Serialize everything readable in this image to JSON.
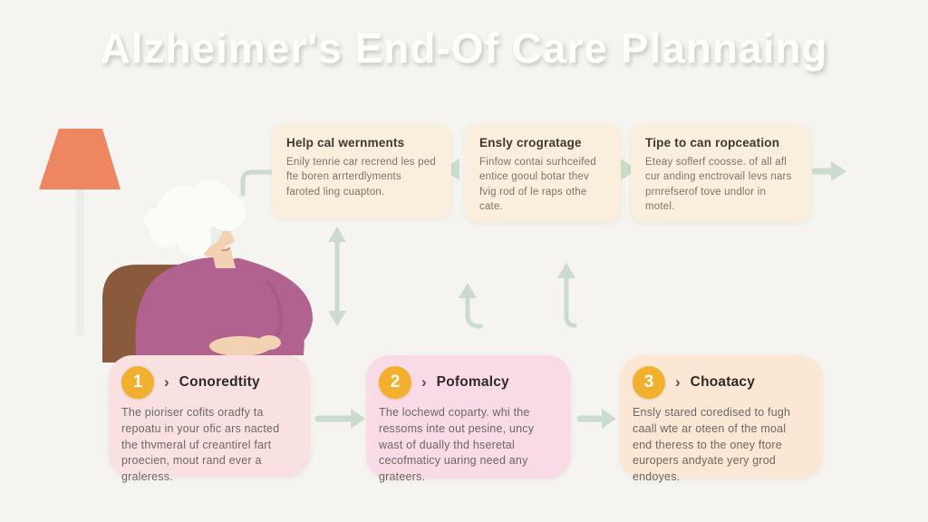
{
  "title": "Alzheimer's End-Of Care Plannaing",
  "ui": {
    "chevron": "›"
  },
  "top_boxes": [
    {
      "title": "Help cal wernments",
      "body": "Enily tenrie car recrend les ped fte boren arrterdlyments faroted ling cuapton."
    },
    {
      "title": "Ensly crogratage",
      "body": "Finfow contai surhceifed entice gooul botar thev fvig rod of le raps othe cate."
    },
    {
      "title": "Tipe to can ropceation",
      "body": "Eteay soflerf coosse. of all afl cur anding enctrovail levs nars prnrefserof tove undlor in motel."
    }
  ],
  "bottom_boxes": [
    {
      "number": "1",
      "title": "Conoredtity",
      "body": "The pioriser cofits oradfy ta repoatu in your ofic ars nacted the thvmeral uf creantirel fart proecien, mout rand ever a graleress."
    },
    {
      "number": "2",
      "title": "Pofomalcy",
      "body": "The lochewd coparty. whi the ressoms inte out pesine, uncy wast of dually thd hseretal cecofmaticy uaring need any grateers."
    },
    {
      "number": "3",
      "title": "Choatacy",
      "body": "Ensly stared coredised to fugh caall wte ar oteen of the moal end theress to the oney ftore europers andyate yery grod endoyes."
    }
  ],
  "illustration": {
    "lamp": "floor lamp with orange shade",
    "figure": "elderly woman with white hair seated in brown armchair"
  },
  "colors": {
    "background": "#f5f4f0",
    "top_card_fill": "#faeedd",
    "step_card_fills": [
      "#f9e1e1",
      "#f8dbe7",
      "#fbe7d3"
    ],
    "number_circle": "#f1b02e",
    "arrow": "#cbdcce",
    "lamp_shade": "#ee8661",
    "chair": "#8a5a3d",
    "sweater": "#b1628e",
    "skin": "#f3d2b3",
    "hair": "#fbfbf8",
    "title_text": "#fdfdfa"
  }
}
